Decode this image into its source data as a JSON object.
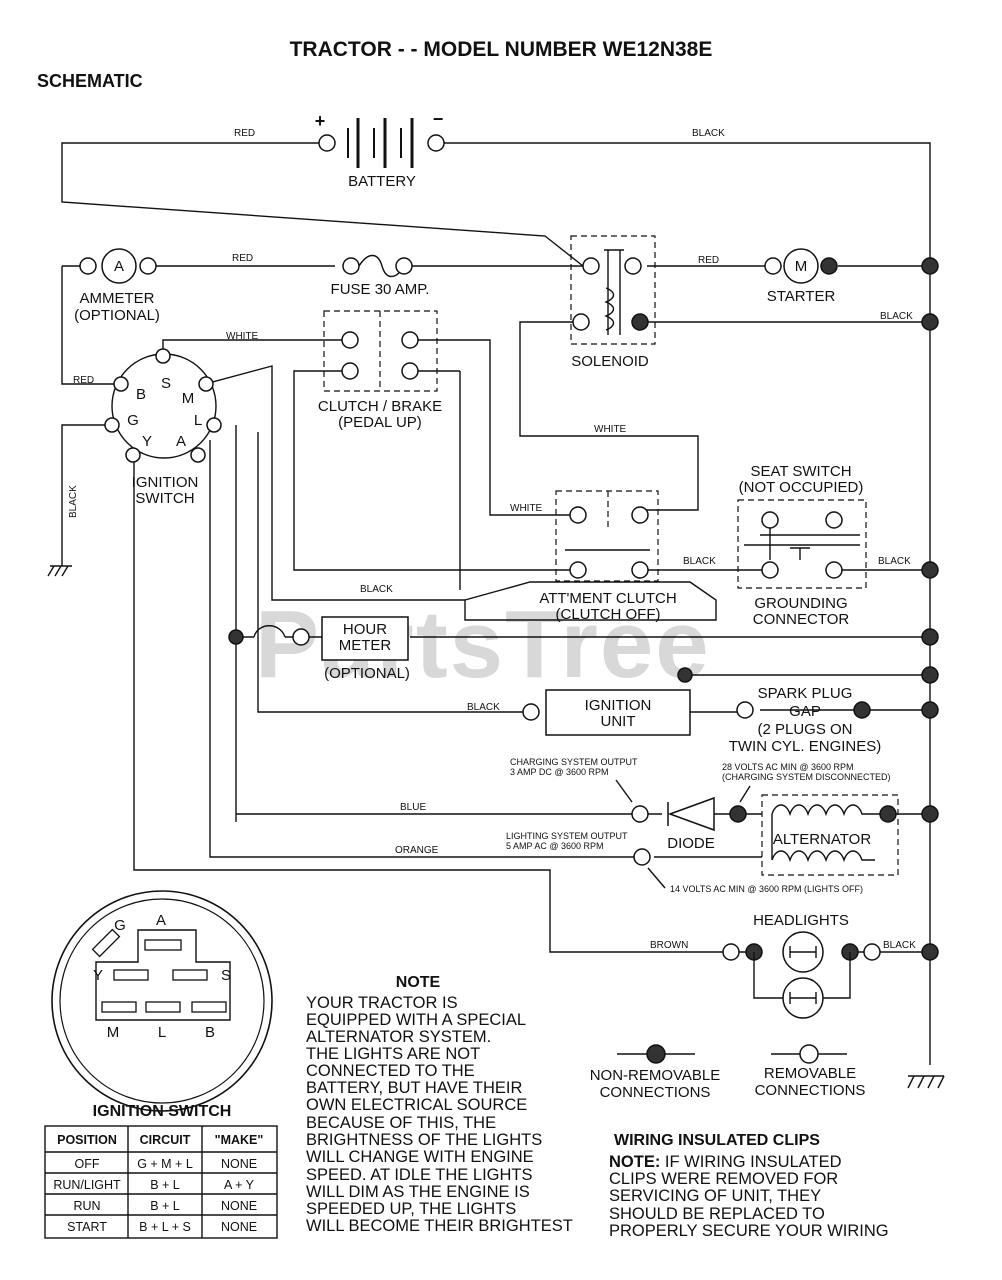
{
  "title": "TRACTOR - - MODEL NUMBER WE12N38E",
  "section": "SCHEMATIC",
  "watermark": "PartsTree",
  "components": {
    "battery": "BATTERY",
    "battery_plus": "+",
    "battery_minus": "−",
    "ammeter_line1": "AMMETER",
    "ammeter_line2": "(OPTIONAL)",
    "ammeter_symbol": "A",
    "fuse": "FUSE 30 AMP.",
    "solenoid": "SOLENOID",
    "starter": "STARTER",
    "starter_symbol": "M",
    "clutch_brake_line1": "CLUTCH / BRAKE",
    "clutch_brake_line2": "(PEDAL UP)",
    "ignition_switch_line1": "IGNITION",
    "ignition_switch_line2": "SWITCH",
    "seat_switch_line1": "SEAT SWITCH",
    "seat_switch_line2": "(NOT OCCUPIED)",
    "attachment_clutch_line1": "ATT'MENT CLUTCH",
    "attachment_clutch_line2": "(CLUTCH OFF)",
    "grounding_line1": "GROUNDING",
    "grounding_line2": "CONNECTOR",
    "hour_meter_line1": "HOUR",
    "hour_meter_line2": "METER",
    "hour_meter_line3": "(OPTIONAL)",
    "ignition_unit_line1": "IGNITION",
    "ignition_unit_line2": "UNIT",
    "spark_line1": "SPARK PLUG",
    "spark_line2": "GAP",
    "spark_line3": "(2 PLUGS ON",
    "spark_line4": "TWIN CYL. ENGINES)",
    "diode": "DIODE",
    "alternator": "ALTERNATOR",
    "headlights": "HEADLIGHTS"
  },
  "wires": {
    "red1": "RED",
    "black1": "BLACK",
    "red2": "RED",
    "red3": "RED",
    "black2": "BLACK",
    "white1": "WHITE",
    "red4": "RED",
    "white2": "WHITE",
    "white3": "WHITE",
    "black3": "BLACK",
    "black4": "BLACK",
    "black5": "BLACK",
    "black6": "BLACK",
    "black7": "BLACK",
    "blue": "BLUE",
    "orange": "ORANGE",
    "brown": "BROWN",
    "black8": "BLACK"
  },
  "annotations": {
    "charging_line1": "CHARGING SYSTEM OUTPUT",
    "charging_line2": "3 AMP DC @ 3600 RPM",
    "ac28_line1": "28 VOLTS AC MIN  @ 3600 RPM",
    "ac28_line2": "(CHARGING SYSTEM DISCONNECTED)",
    "lighting_line1": "LIGHTING SYSTEM OUTPUT",
    "lighting_line2": "5 AMP AC @ 3600 RPM",
    "ac14": "14 VOLTS AC MIN  @ 3600 RPM (LIGHTS OFF)"
  },
  "switch_pins": [
    "B",
    "S",
    "M",
    "G",
    "L",
    "Y",
    "A"
  ],
  "connector_pins": [
    "G",
    "A",
    "Y",
    "S",
    "M",
    "L",
    "B"
  ],
  "legend": {
    "nonremovable_line1": "NON-REMOVABLE",
    "nonremovable_line2": "CONNECTIONS",
    "removable_line1": "REMOVABLE",
    "removable_line2": "CONNECTIONS"
  },
  "note": {
    "heading": "NOTE",
    "lines": [
      "YOUR TRACTOR IS",
      "EQUIPPED WITH A SPECIAL",
      "ALTERNATOR SYSTEM.",
      "THE LIGHTS ARE NOT",
      "CONNECTED TO THE",
      "BATTERY, BUT HAVE THEIR",
      "OWN ELECTRICAL SOURCE",
      "BECAUSE OF THIS, THE",
      "BRIGHTNESS OF THE LIGHTS",
      "WILL CHANGE WITH ENGINE",
      "SPEED.  AT IDLE THE LIGHTS",
      "WILL DIM   AS THE ENGINE IS",
      "SPEEDED UP, THE LIGHTS",
      "WILL BECOME THEIR BRIGHTEST"
    ]
  },
  "wiring_clips": {
    "heading": "WIRING INSULATED CLIPS",
    "note_label": "NOTE:",
    "line1_rest": " IF WIRING INSULATED",
    "lines": [
      "CLIPS WERE REMOVED FOR",
      "SERVICING OF UNIT, THEY",
      "SHOULD BE REPLACED TO",
      "PROPERLY SECURE YOUR WIRING"
    ]
  },
  "ignition_table": {
    "heading": "IGNITION SWITCH",
    "columns": [
      "POSITION",
      "CIRCUIT",
      "\"MAKE\""
    ],
    "rows": [
      [
        "OFF",
        "G + M + L",
        "NONE"
      ],
      [
        "RUN/LIGHT",
        "B + L",
        "A + Y"
      ],
      [
        "RUN",
        "B + L",
        "NONE"
      ],
      [
        "START",
        "B + L + S",
        "NONE"
      ]
    ]
  }
}
